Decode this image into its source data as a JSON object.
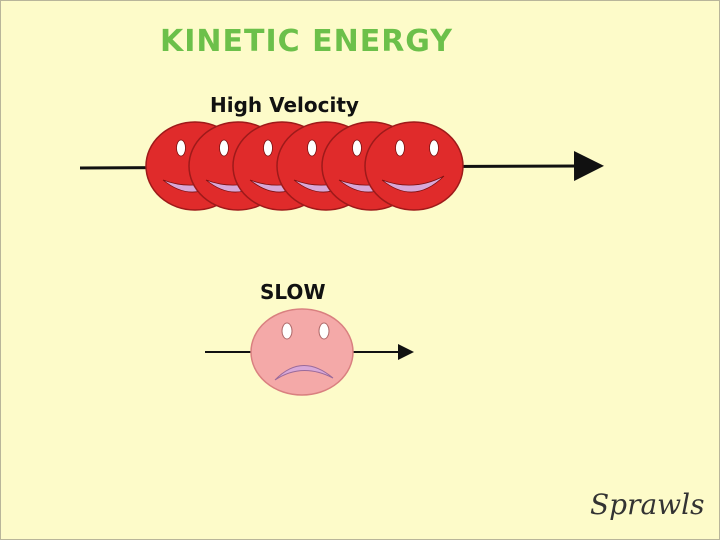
{
  "title": "KINETIC ENERGY",
  "fast": {
    "label": "High Velocity"
  },
  "slow": {
    "label": "SLOW"
  },
  "signature": "Sprawls",
  "colors": {
    "background": "#fdfbc9",
    "title": "#6cc04a",
    "fast_ball": "#e02b2b",
    "slow_ball": "#f4a9a8",
    "smile": "#d8a8d8"
  }
}
